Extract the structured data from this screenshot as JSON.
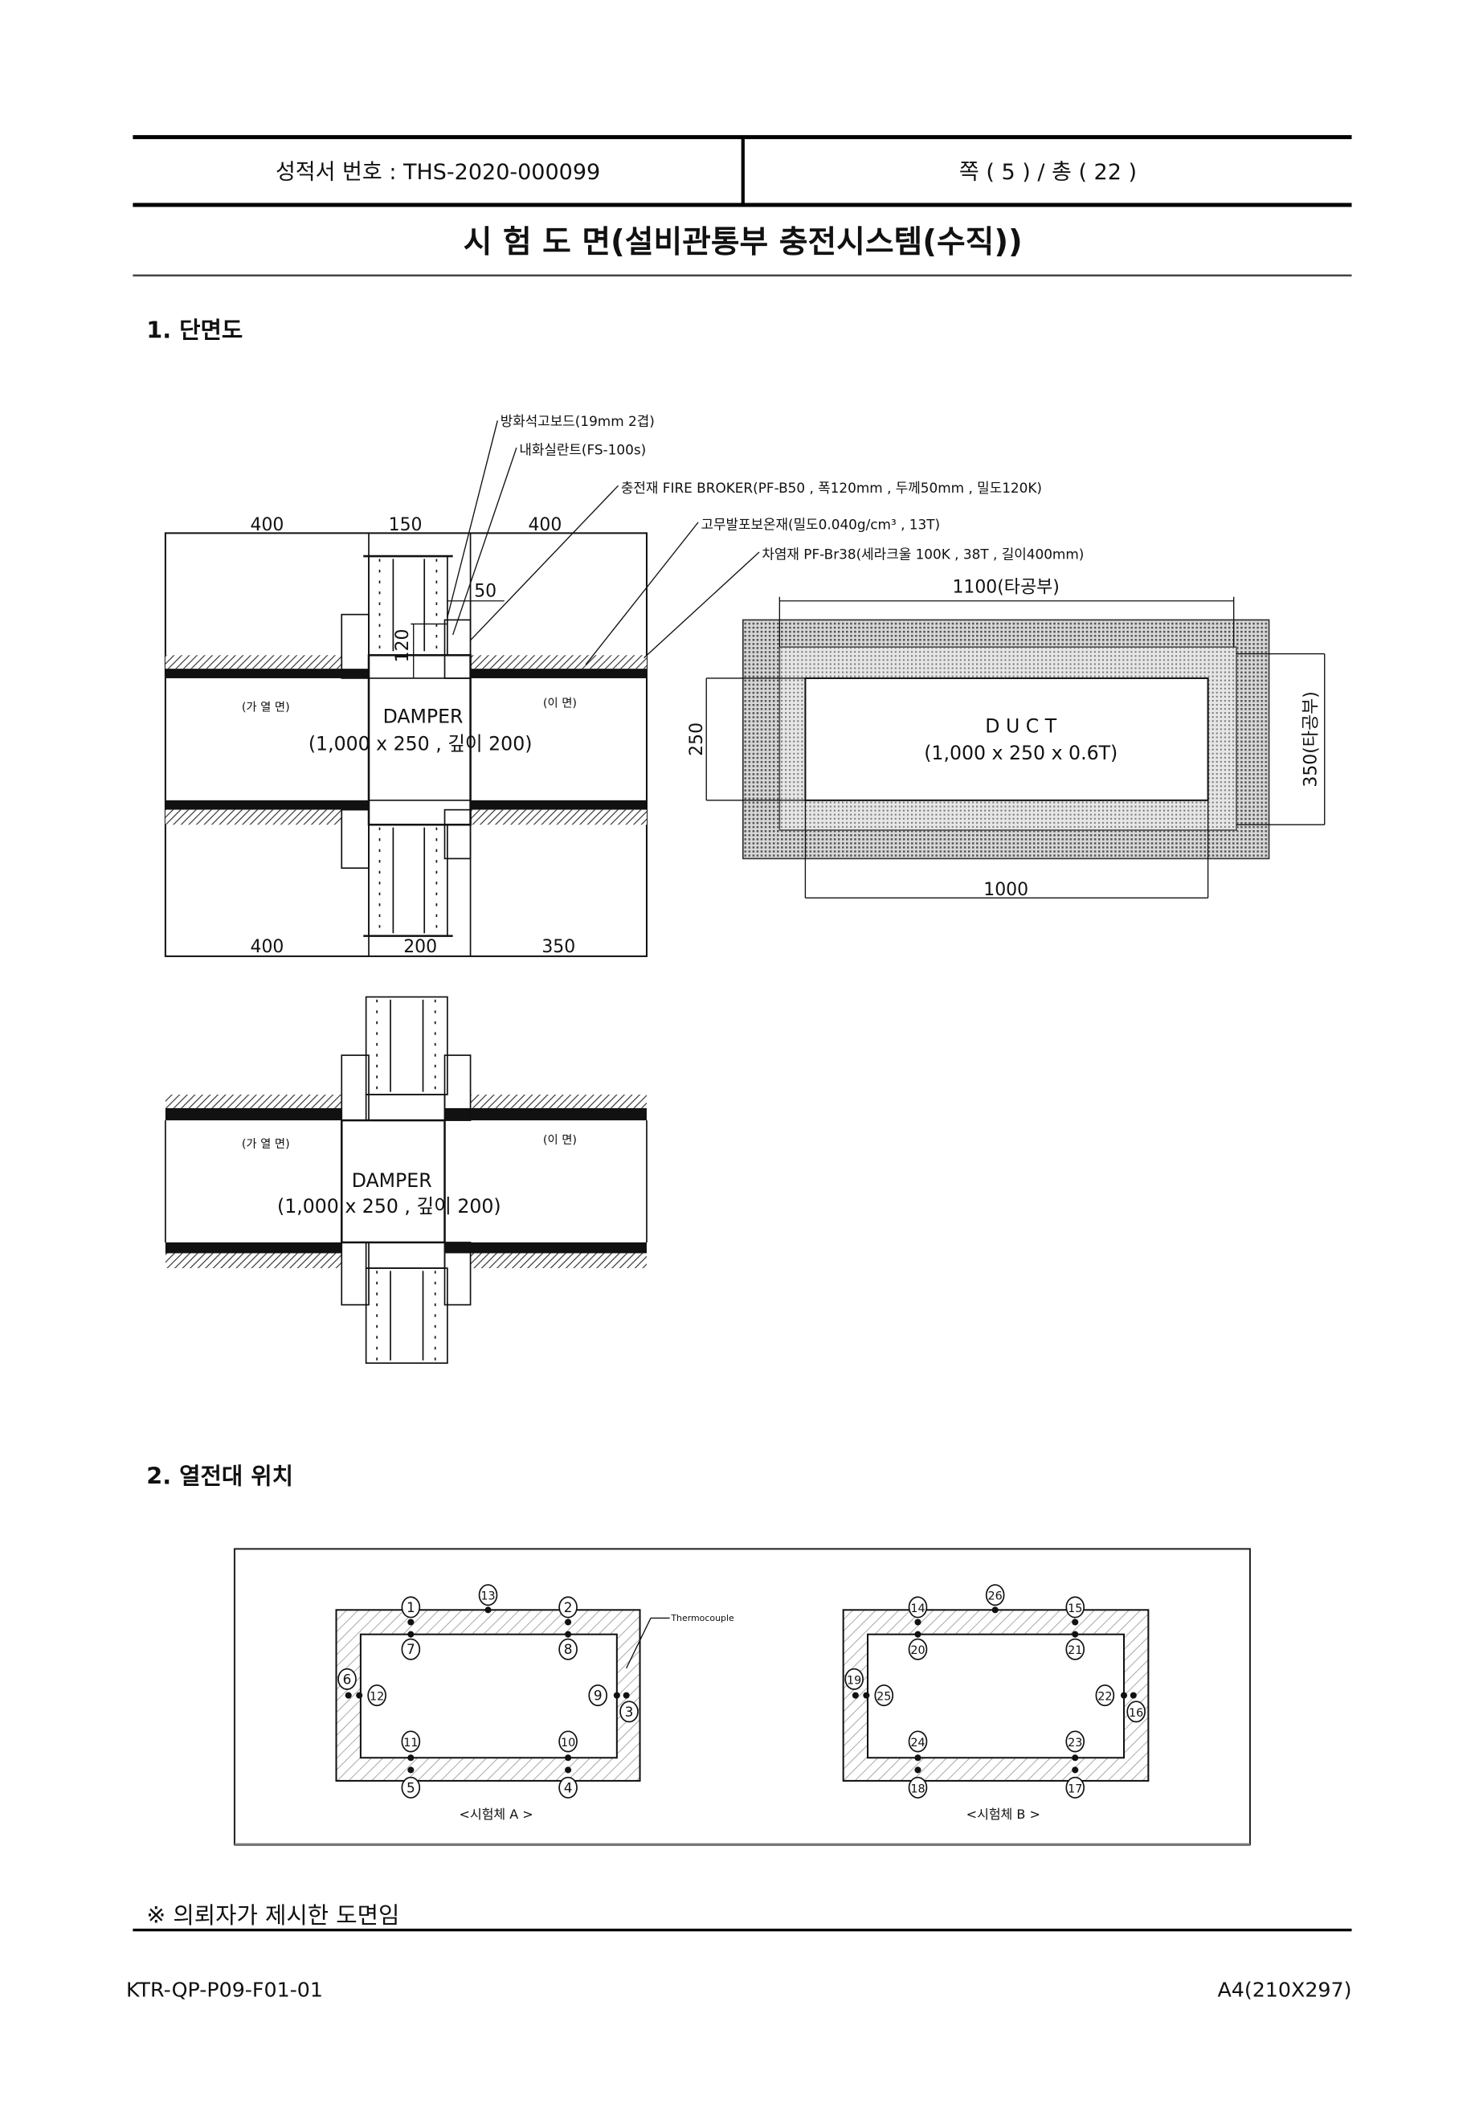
{
  "header": {
    "report_no_label": "성적서 번호 : THS-2020-000099",
    "page_label": "쪽 ( 5 ) / 총 ( 22 )"
  },
  "title": "시 험 도 면(설비관통부 충전시스템(수직))",
  "section1": {
    "heading": "1. 단면도",
    "leaders": [
      "방화석고보드(19mm 2겹)",
      "내화실란트(FS-100s)",
      "충전재 FIRE BROKER(PF-B50 , 폭120mm , 두께50mm , 밀도120K)",
      "고무발포보온재(밀도0.040g/cm³ , 13T)",
      "차염재 PF-Br38(세라크울 100K , 38T , 길이400mm)"
    ],
    "top_dims": [
      "400",
      "150",
      "400"
    ],
    "bottom_dims": [
      "400",
      "200",
      "350"
    ],
    "dim_50": "50",
    "dim_120": "120",
    "heated_side": "(가 열 면)",
    "back_side": "(이 면)",
    "damper": "DAMPER",
    "damper_size": "(1,000 x 250 , 깊이 200)",
    "duct": {
      "label": "D U C T",
      "size": "(1,000 x 250 x 0.6T)",
      "dim_top": "1100(타공부)",
      "dim_bottom": "1000",
      "dim_left": "250",
      "dim_right": "350(타공부)"
    }
  },
  "section2": {
    "heading": "2. 열전대 위치",
    "thermocouple_label": "Thermocouple",
    "specimen_a": {
      "caption": "<시험체 A >",
      "points": [
        "1",
        "2",
        "3",
        "4",
        "5",
        "6",
        "7",
        "8",
        "9",
        "10",
        "11",
        "12",
        "13"
      ]
    },
    "specimen_b": {
      "caption": "<시험체 B >",
      "points": [
        "14",
        "15",
        "16",
        "17",
        "18",
        "19",
        "20",
        "21",
        "22",
        "23",
        "24",
        "25",
        "26"
      ]
    }
  },
  "note": "※ 의뢰자가 제시한 도면임",
  "footer": {
    "form_code": "KTR-QP-P09-F01-01",
    "paper_size": "A4(210X297)"
  }
}
